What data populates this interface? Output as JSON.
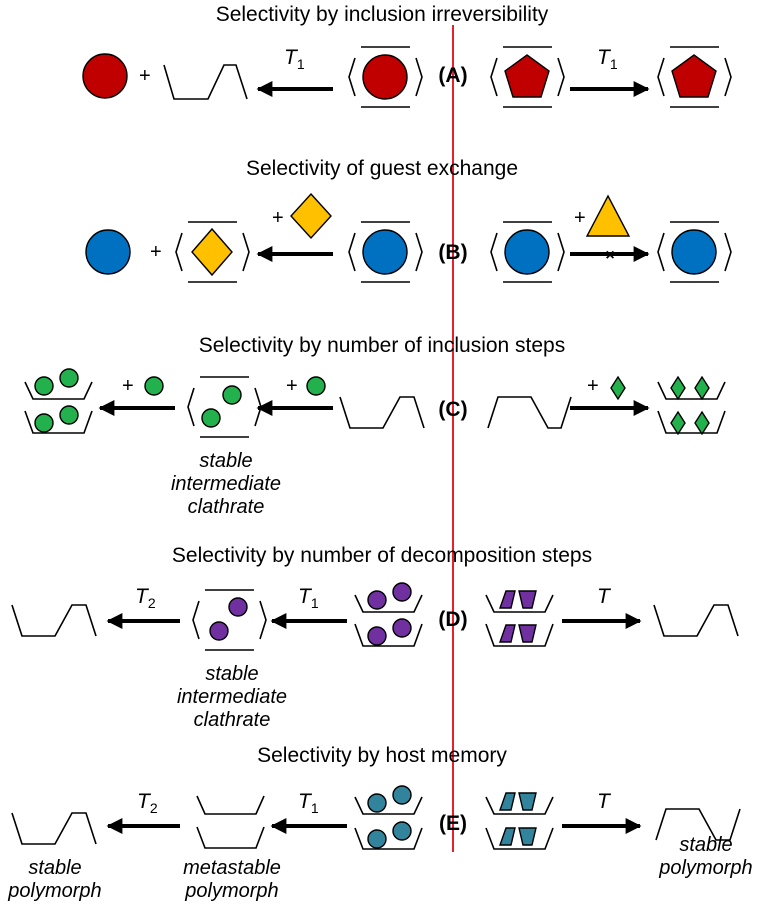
{
  "colors": {
    "red_guest": "#c00000",
    "blue_guest": "#0070c0",
    "yellow_guest": "#ffc000",
    "green_guest": "#22b14c",
    "purple_guest": "#7030a0",
    "teal_guest": "#31849b",
    "divider": "#e8202a"
  },
  "rows": {
    "A": {
      "label": "(A)",
      "title": "Selectivity by inclusion irreversibility",
      "t_left": "T",
      "t_left_sub": "1",
      "t_right": "T",
      "t_right_sub": "1",
      "plus": "+"
    },
    "B": {
      "label": "(B)",
      "title": "Selectivity of guest exchange",
      "plus_left": "+",
      "plus_arrow_left": "+",
      "plus_arrow_right": "+",
      "blocked_mark": "×"
    },
    "C": {
      "label": "(C)",
      "title": "Selectivity by number of inclusion steps",
      "plus_1": "+",
      "plus_2": "+",
      "plus_3": "+",
      "caption": [
        "stable",
        "intermediate",
        "clathrate"
      ]
    },
    "D": {
      "label": "(D)",
      "title": "Selectivity by number of decomposition steps",
      "t2": "T",
      "t2_sub": "2",
      "t1": "T",
      "t1_sub": "1",
      "t_right": "T",
      "caption": [
        "stable",
        "intermediate",
        "clathrate"
      ]
    },
    "E": {
      "label": "(E)",
      "title": "Selectivity by host memory",
      "t2": "T",
      "t2_sub": "2",
      "t1": "T",
      "t1_sub": "1",
      "t_right": "T",
      "caption_left": [
        "stable",
        "polymorph"
      ],
      "caption_mid": [
        "metastable",
        "polymorph"
      ],
      "caption_right": [
        "stable",
        "polymorph"
      ]
    }
  }
}
